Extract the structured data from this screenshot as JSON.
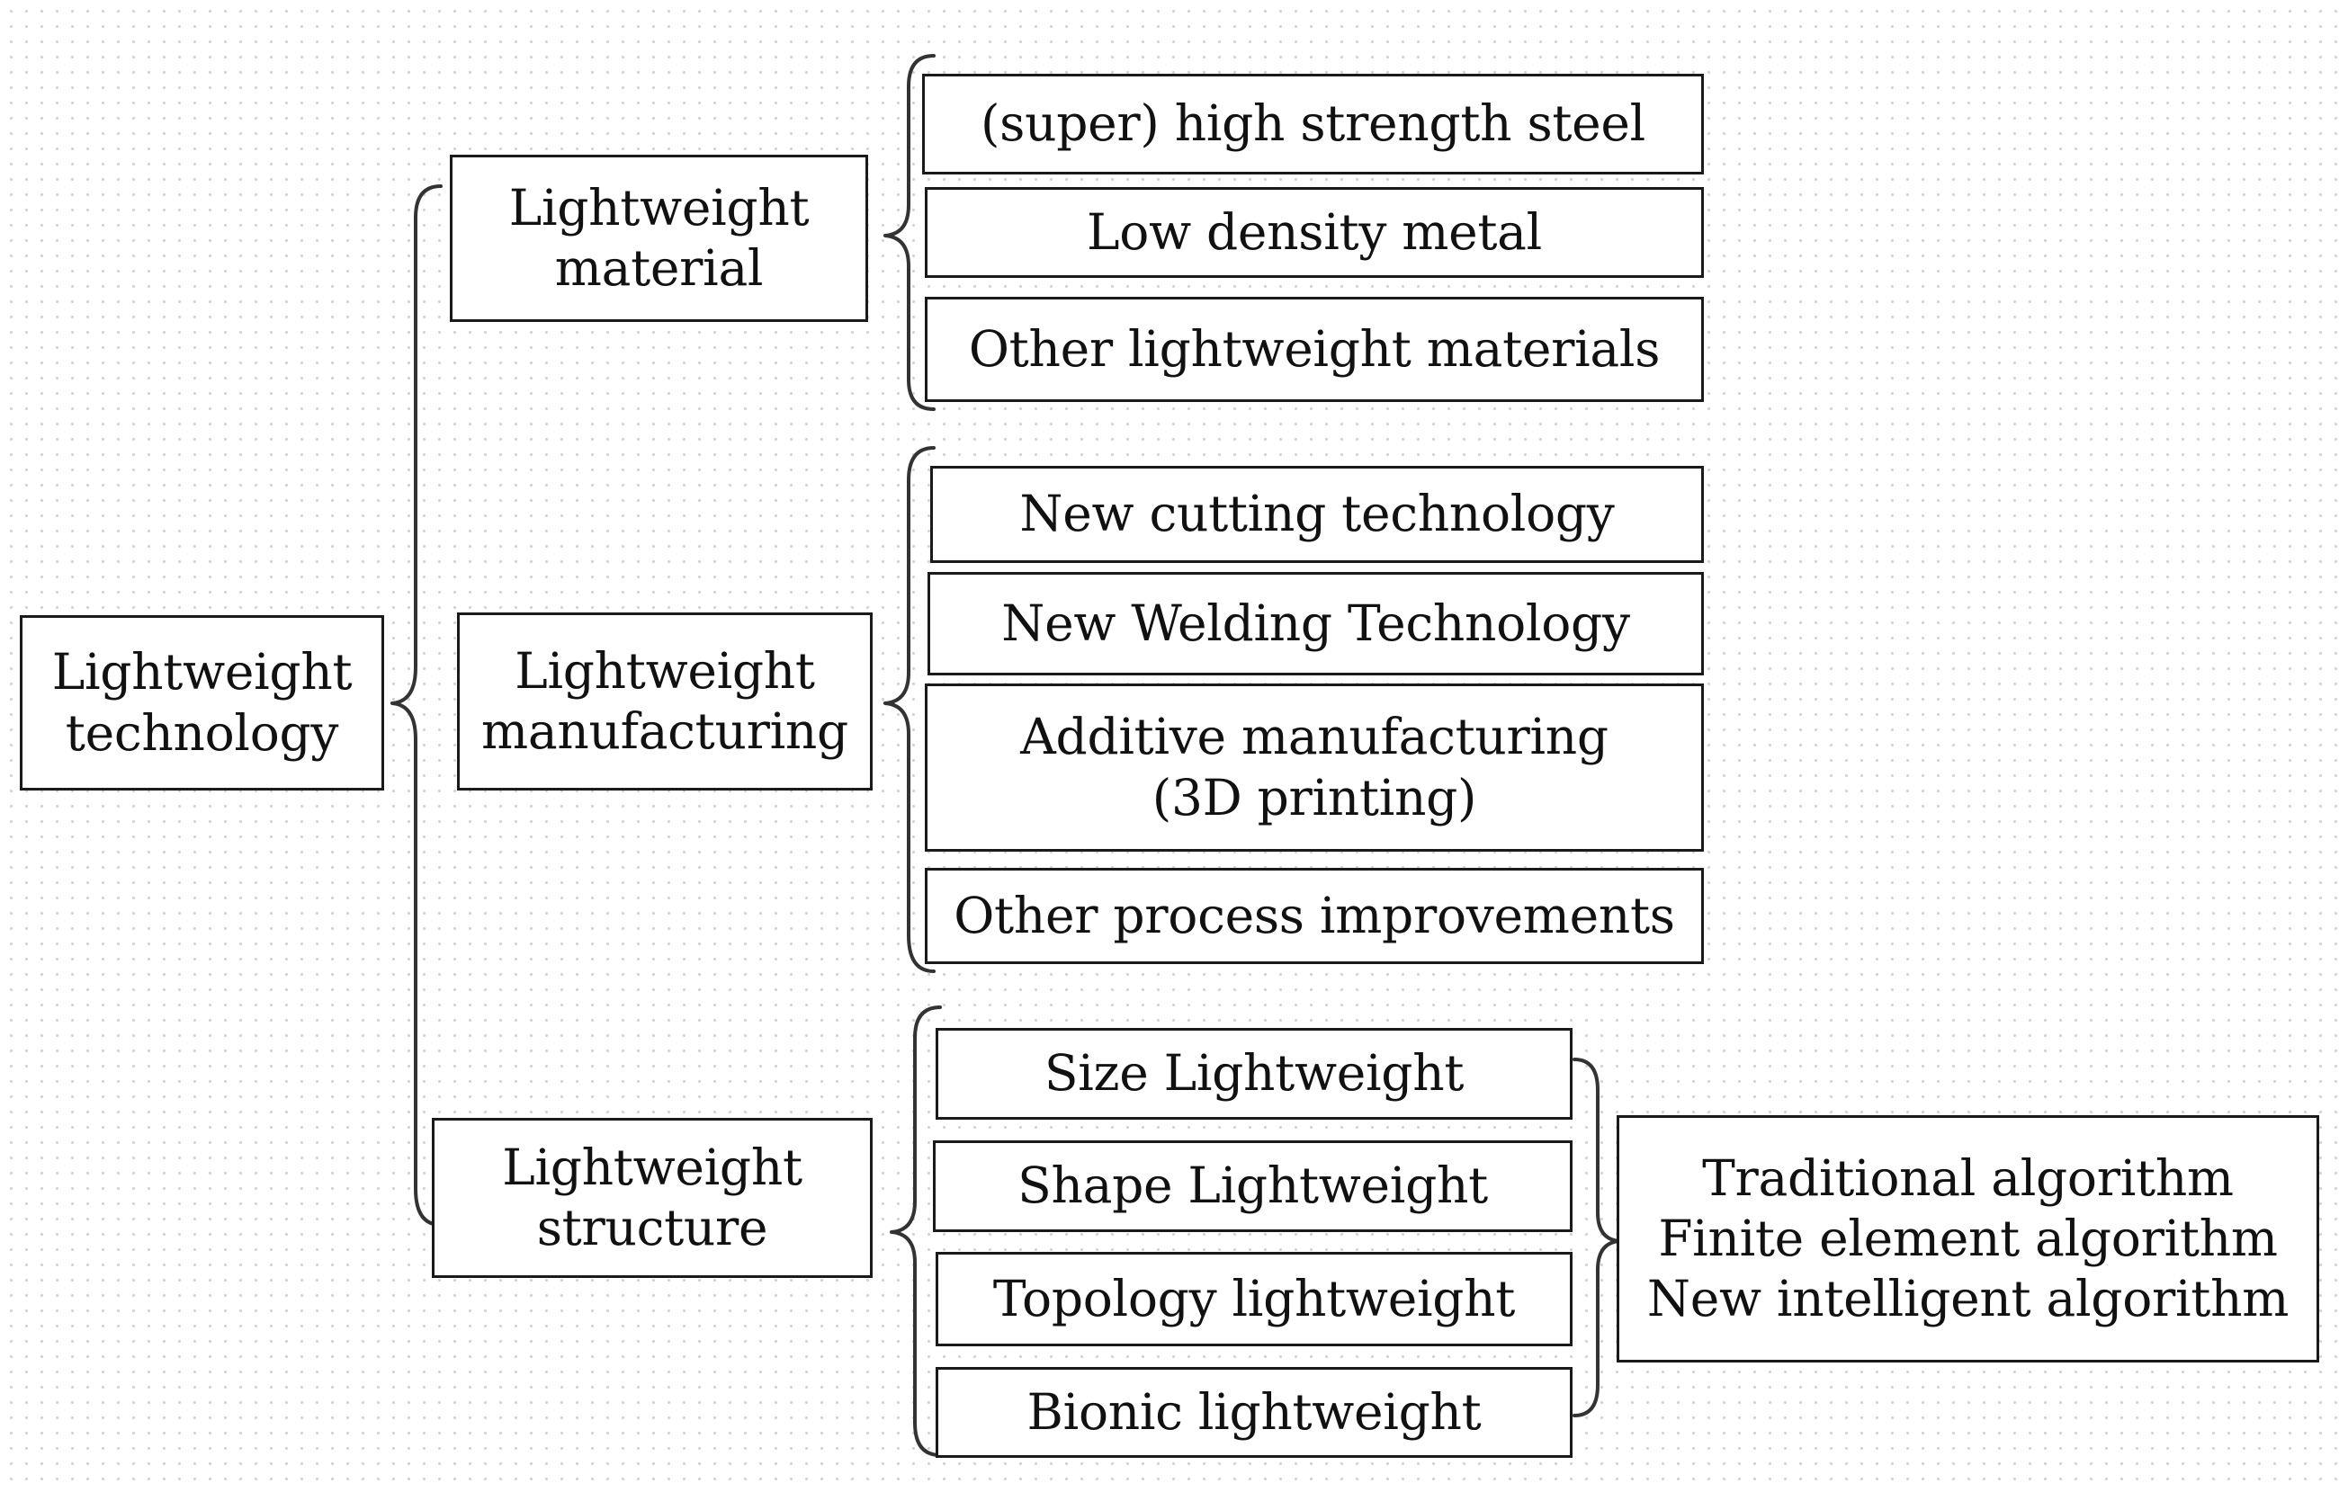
{
  "root": {
    "label": "Lightweight\ntechnology"
  },
  "categories": [
    {
      "label": "Lightweight\nmaterial",
      "items": [
        "(super) high strength steel",
        "Low density metal",
        "Other lightweight materials"
      ]
    },
    {
      "label": "Lightweight\nmanufacturing",
      "items": [
        "New cutting technology",
        "New Welding Technology",
        "Additive manufacturing\n(3D printing)",
        "Other process improvements"
      ]
    },
    {
      "label": "Lightweight\nstructure",
      "items": [
        "Size Lightweight",
        "Shape Lightweight",
        "Topology lightweight",
        "Bionic lightweight"
      ]
    }
  ],
  "algorithms": {
    "label": "Traditional algorithm\nFinite element algorithm\nNew intelligent algorithm"
  }
}
